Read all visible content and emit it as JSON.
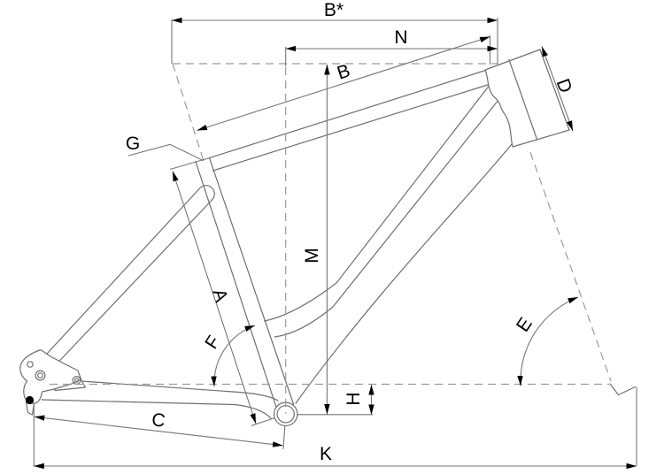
{
  "diagram": {
    "kind": "bicycle-frame-geometry-drawing",
    "colors": {
      "background": "#ffffff",
      "frame_line": "#6f6f6f",
      "dim_line": "#767676",
      "dash_line": "#9b9b9b",
      "label": "#000000"
    },
    "labels": {
      "b_star": "B*",
      "n": "N",
      "b": "B",
      "g": "G",
      "d": "D",
      "m": "M",
      "a": "A",
      "f": "F",
      "e": "E",
      "h": "H",
      "c": "C",
      "k": "K"
    }
  }
}
